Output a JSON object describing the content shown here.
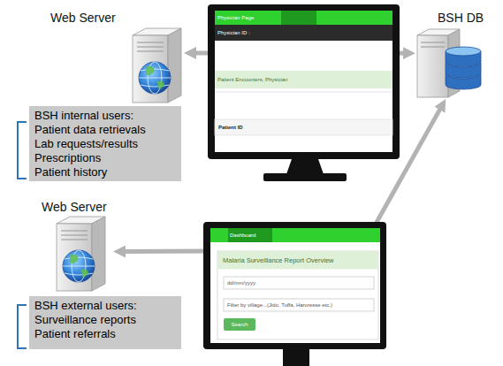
{
  "diagram": {
    "nodes": [
      {
        "text": [
          "Web Server"
        ]
      },
      {
        "text": [
          "BSH internal users:",
          "Patient data retrievals",
          "Lab requests/results",
          "Prescriptions",
          "Patient history"
        ]
      },
      {
        "text": [
          "Physician Page",
          "Physician ID :",
          "Patient Encounters, Physician",
          "Patient ID"
        ]
      },
      {
        "text": [
          "BSH DB"
        ]
      },
      {
        "text": [
          "Web Server"
        ]
      },
      {
        "text": [
          "BSH external users:",
          "Surveillance reports",
          "Patient referrals"
        ]
      },
      {
        "text": [
          "Dashboard",
          "Malaria Surveillance Report Overview",
          "dd/mm/yyyy",
          "Filter by village...(Jido, Tuffa, Haroresse etc.)",
          "Search"
        ]
      }
    ],
    "edges": [
      {
        "from": 2,
        "to": 0,
        "arrow": "to"
      },
      {
        "from": 2,
        "to": 3,
        "arrow": "to"
      },
      {
        "from": 6,
        "to": 4,
        "arrow": "to"
      },
      {
        "from": 6,
        "to": 3,
        "arrow": "to"
      }
    ]
  }
}
